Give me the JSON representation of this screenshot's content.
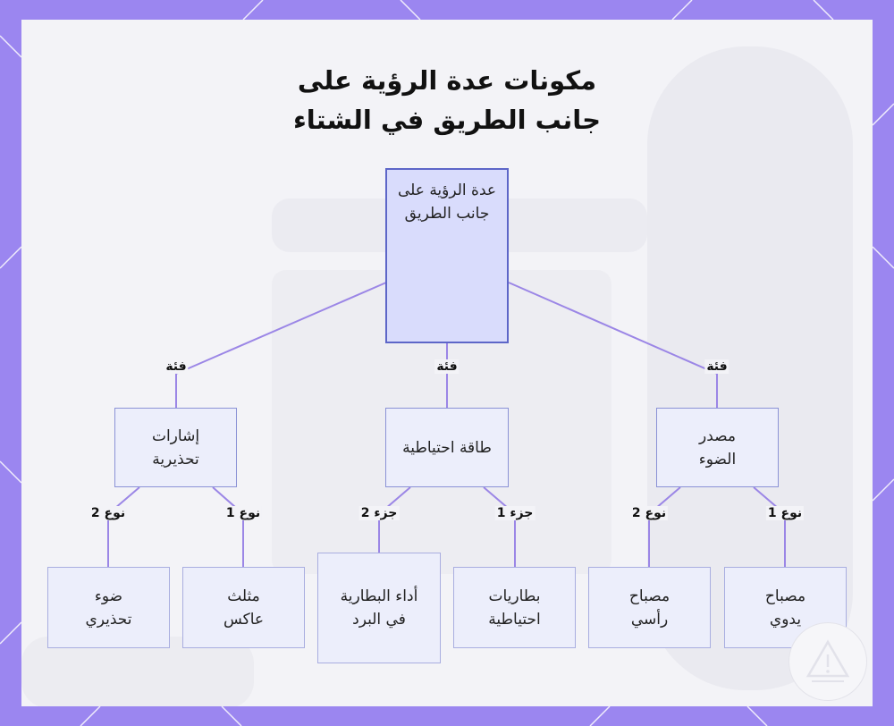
{
  "title": "مكونات عدة الرؤية على جانب الطريق في الشتاء",
  "colors": {
    "frame": "#9b86f0",
    "edge": "#9b86e6",
    "root_fill": "#d9dcfc",
    "node_fill": "#eceefb",
    "node_border": "#8b92d6"
  },
  "nodes": {
    "root": "عدة الرؤية على جانب الطريق",
    "light_source": "مصدر الضوء",
    "backup_power": "طاقة احتياطية",
    "warning_signs": "إشارات تحذيرية",
    "hand_lamp": "مصباح يدوي",
    "head_lamp": "مصباح رأسي",
    "backup_batteries": "بطاريات احتياطية",
    "battery_cold": "أداء البطارية في البرد",
    "reflective_triangle": "مثلث عاكس",
    "warning_light": "ضوء تحذيري"
  },
  "edge_labels": {
    "category": "فئة",
    "type1": "نوع 1",
    "type2": "نوع 2",
    "part1": "جزء 1",
    "part2": "جزء 2"
  }
}
